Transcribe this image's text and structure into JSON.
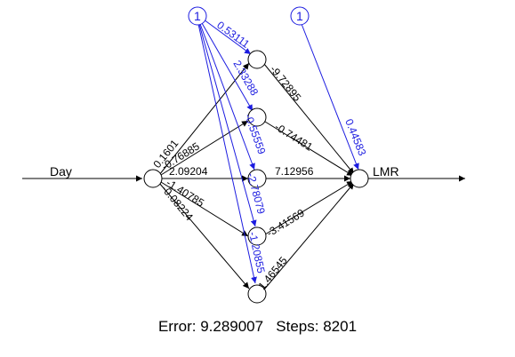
{
  "input_label": "Day",
  "output_label": "LMR",
  "bias_label": "1",
  "weights": {
    "in_h1": "0.1601",
    "in_h2": "-0.76885",
    "in_h3": "2.09204",
    "in_h4": "-1.40785",
    "in_h5": "-0.08224",
    "h1_out": "-9.72895",
    "h2_out": "-0.74481",
    "h3_out": "7.12956",
    "h4_out": "-3.41569",
    "h5_out": "1.46545",
    "b_h1": "0.53111",
    "b_h2": "2.33288",
    "b_h3": "-0.55559",
    "b_h4": "-2.78079",
    "b_h5": "-1.20855",
    "b_out": "0.44583"
  },
  "footer": {
    "error_label": "Error:",
    "error_value": "9.289007",
    "steps_label": "Steps:",
    "steps_value": "8201"
  },
  "colors": {
    "edge": "#000000",
    "bias": "#1c1ce0",
    "background": "#ffffff"
  }
}
